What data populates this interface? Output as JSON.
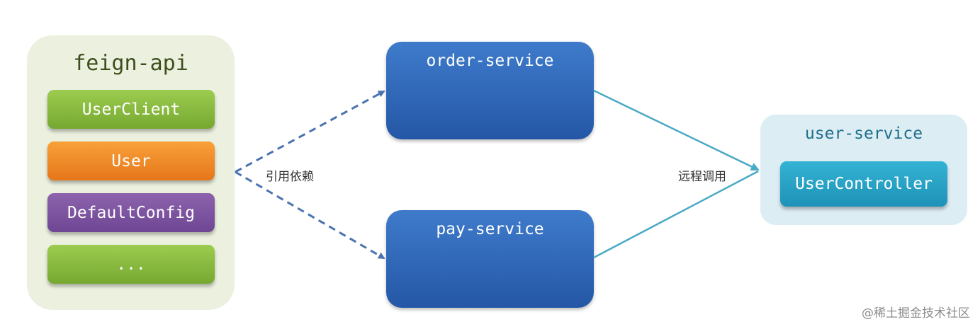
{
  "feign_api": {
    "title": "feign-api",
    "items": [
      "UserClient",
      "User",
      "DefaultConfig",
      "..."
    ]
  },
  "services": {
    "order": "order-service",
    "pay": "pay-service"
  },
  "user_service": {
    "title": "user-service",
    "controller": "UserController"
  },
  "edges": {
    "dependency_label": "引用依赖",
    "remote_call_label": "远程调用"
  },
  "watermark": "@稀土掘金技术社区",
  "colors": {
    "feign_panel": "#ebf0df",
    "green": "#8bbd3f",
    "orange": "#f08a28",
    "purple": "#7d54a0",
    "service_blue": "#2f68b8",
    "user_panel": "#dcedf3",
    "controller_cyan": "#27a3c6",
    "dashed_arrow": "#4a73b0",
    "solid_arrow": "#4aa9c4"
  }
}
